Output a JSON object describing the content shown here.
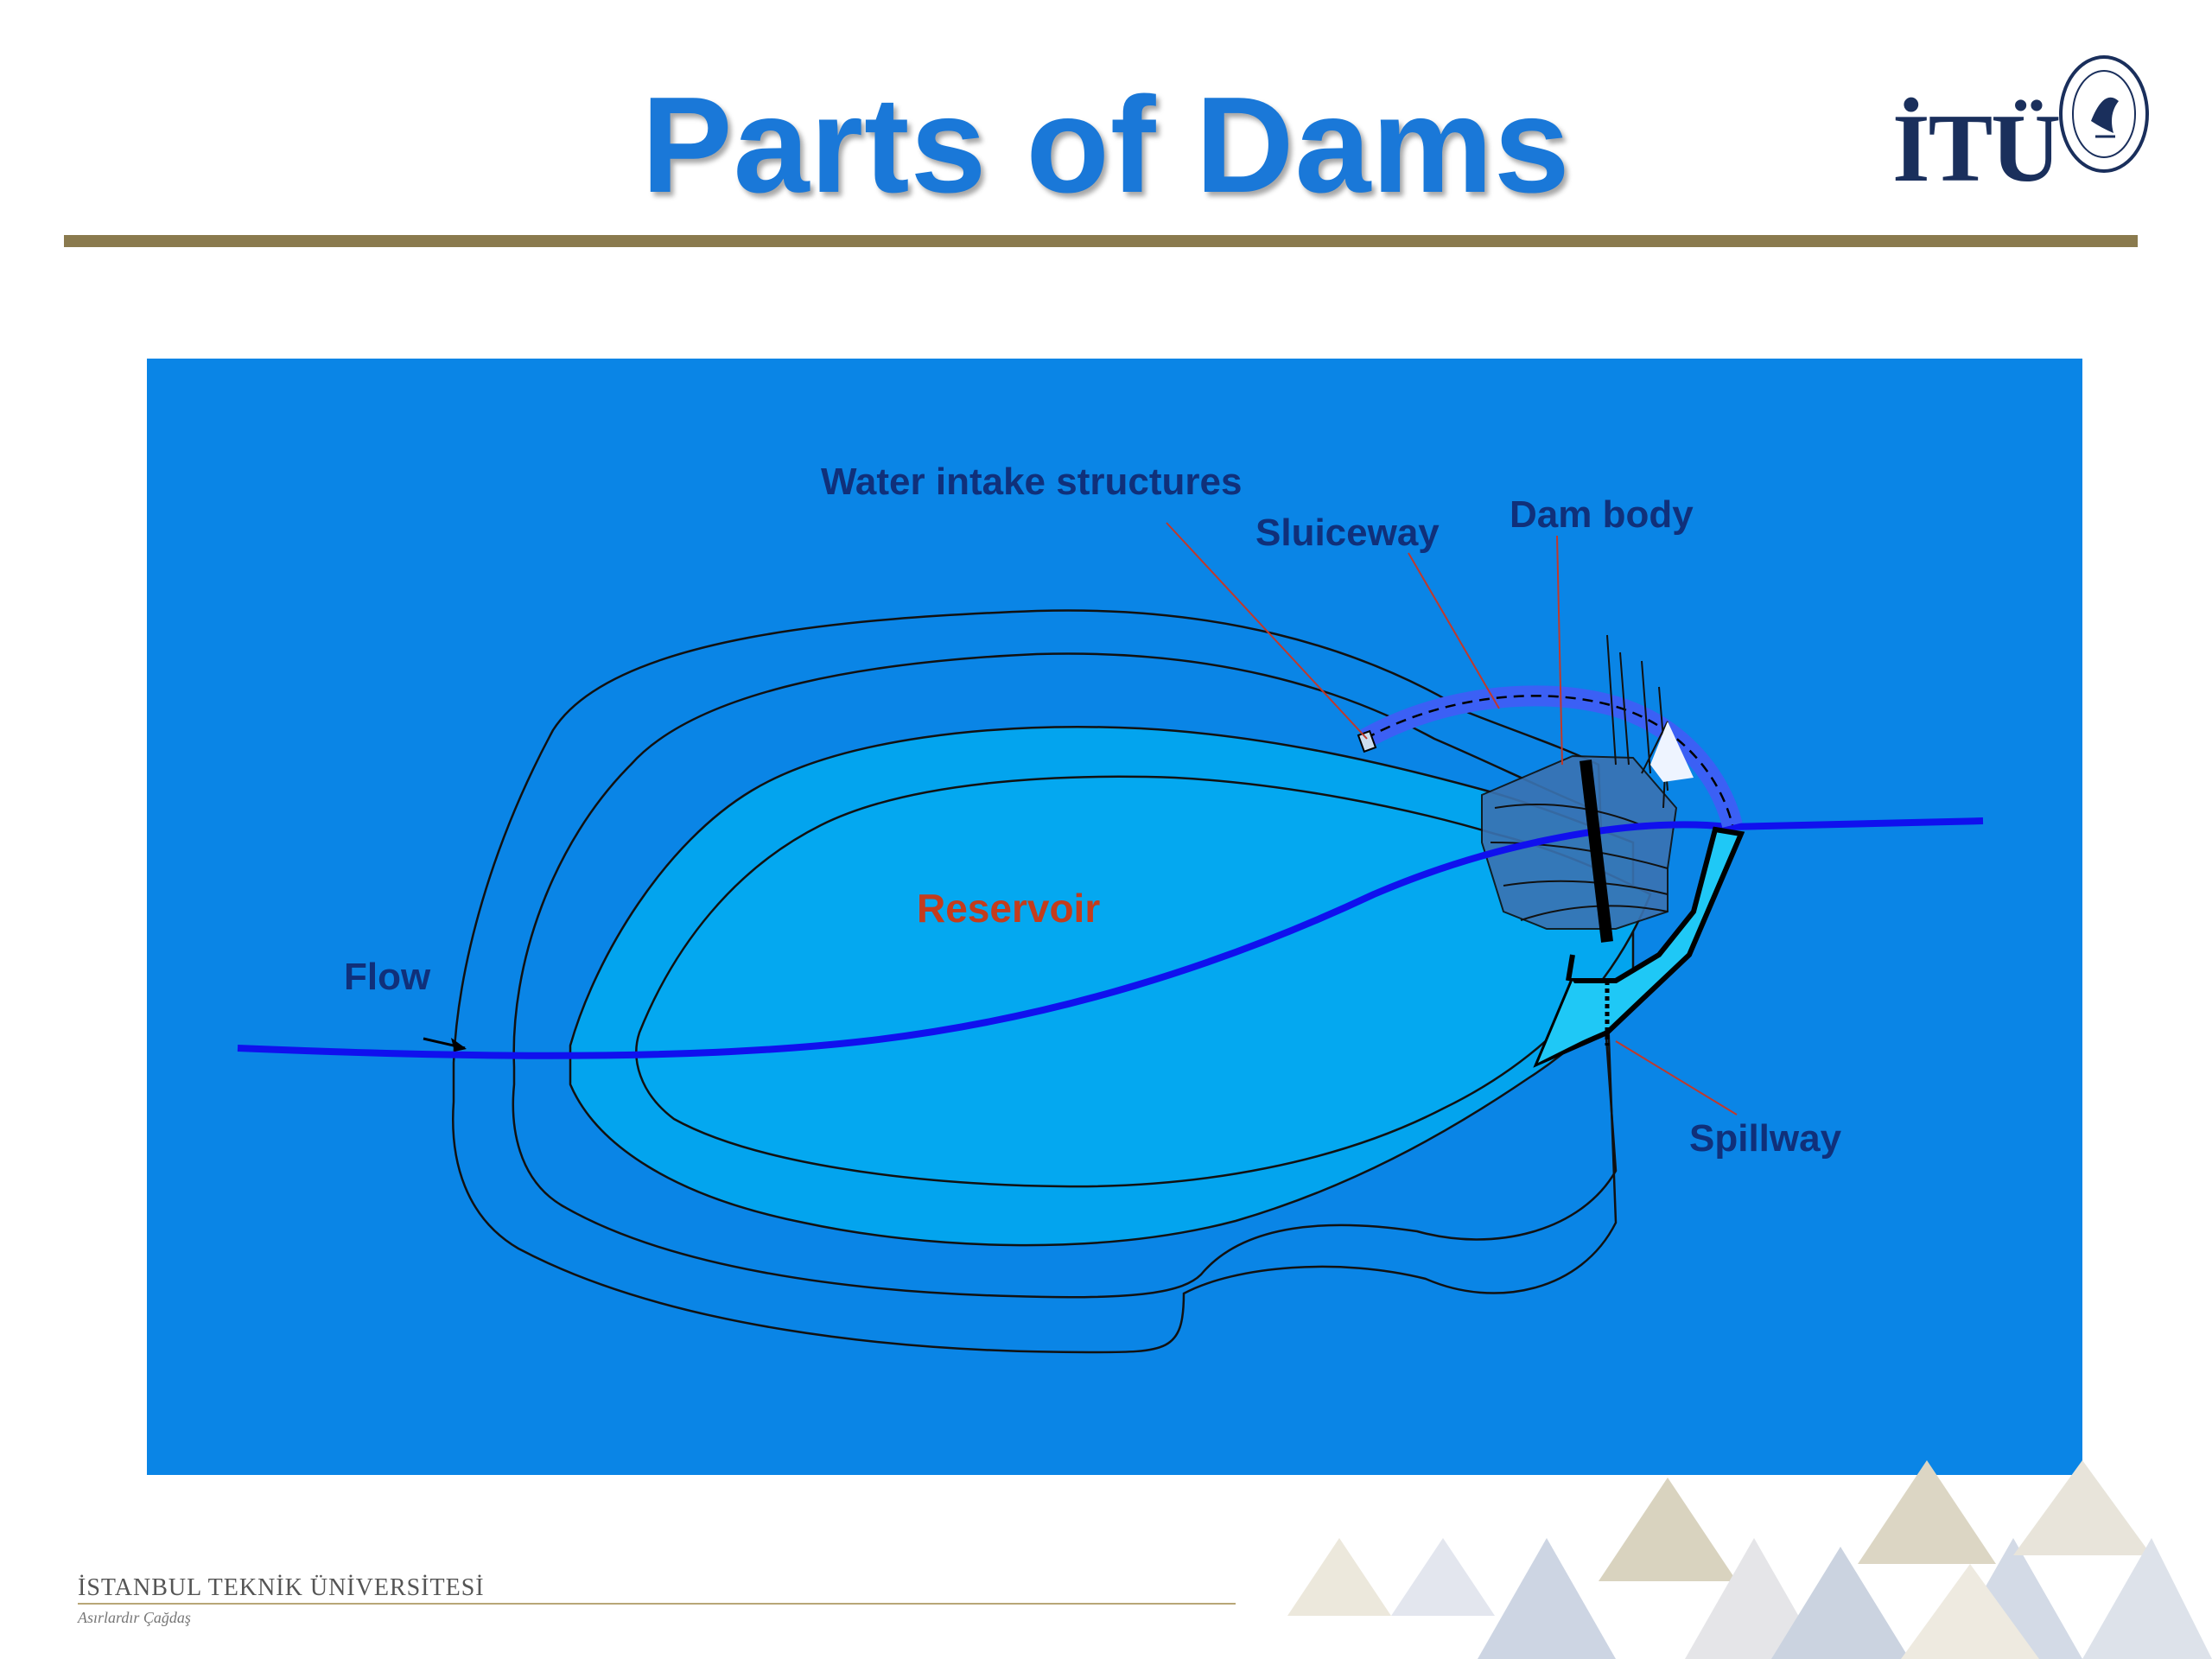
{
  "title": "Parts of Dams",
  "logo": {
    "text": "İTÜ"
  },
  "footer": {
    "university": "İSTANBUL TEKNİK ÜNİVERSİTESİ",
    "motto": "Asırlardır Çağdaş"
  },
  "diagram": {
    "labels": {
      "water_intake": "Water intake structures",
      "sluiceway": "Sluiceway",
      "dam_body": "Dam body",
      "reservoir": "Reservoir",
      "flow": "Flow",
      "spillway": "Spillway"
    },
    "colors": {
      "background": "#0a85e6",
      "lake_outer": "#03a4ee",
      "label": "#10307a",
      "reservoir_label": "#c43c1c",
      "river": "#1010ee",
      "spillway": "#1fc8f6",
      "dam": "#000000"
    }
  }
}
